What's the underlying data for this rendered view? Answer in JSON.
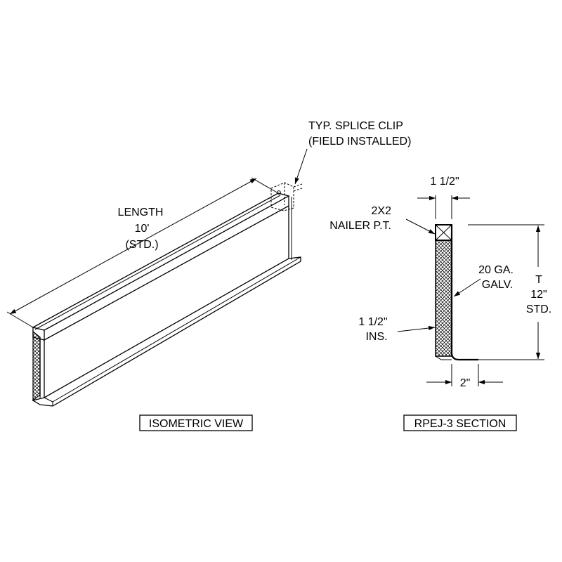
{
  "isometric": {
    "length_label": "LENGTH",
    "length_value": "10'",
    "length_std": "(STD.)",
    "splice_line1": "TYP. SPLICE CLIP",
    "splice_line2": "(FIELD INSTALLED)",
    "title": "ISOMETRIC VIEW"
  },
  "section": {
    "top_dim": "1 1/2\"",
    "nailer_line1": "2X2",
    "nailer_line2": "NAILER P.T.",
    "galv_line1": "20 GA.",
    "galv_line2": "GALV.",
    "height_t": "T",
    "height_value": "12\"",
    "height_std": "STD.",
    "ins_line1": "1 1/2\"",
    "ins_line2": "INS.",
    "bottom_dim": "2\"",
    "title": "RPEJ-3 SECTION"
  }
}
